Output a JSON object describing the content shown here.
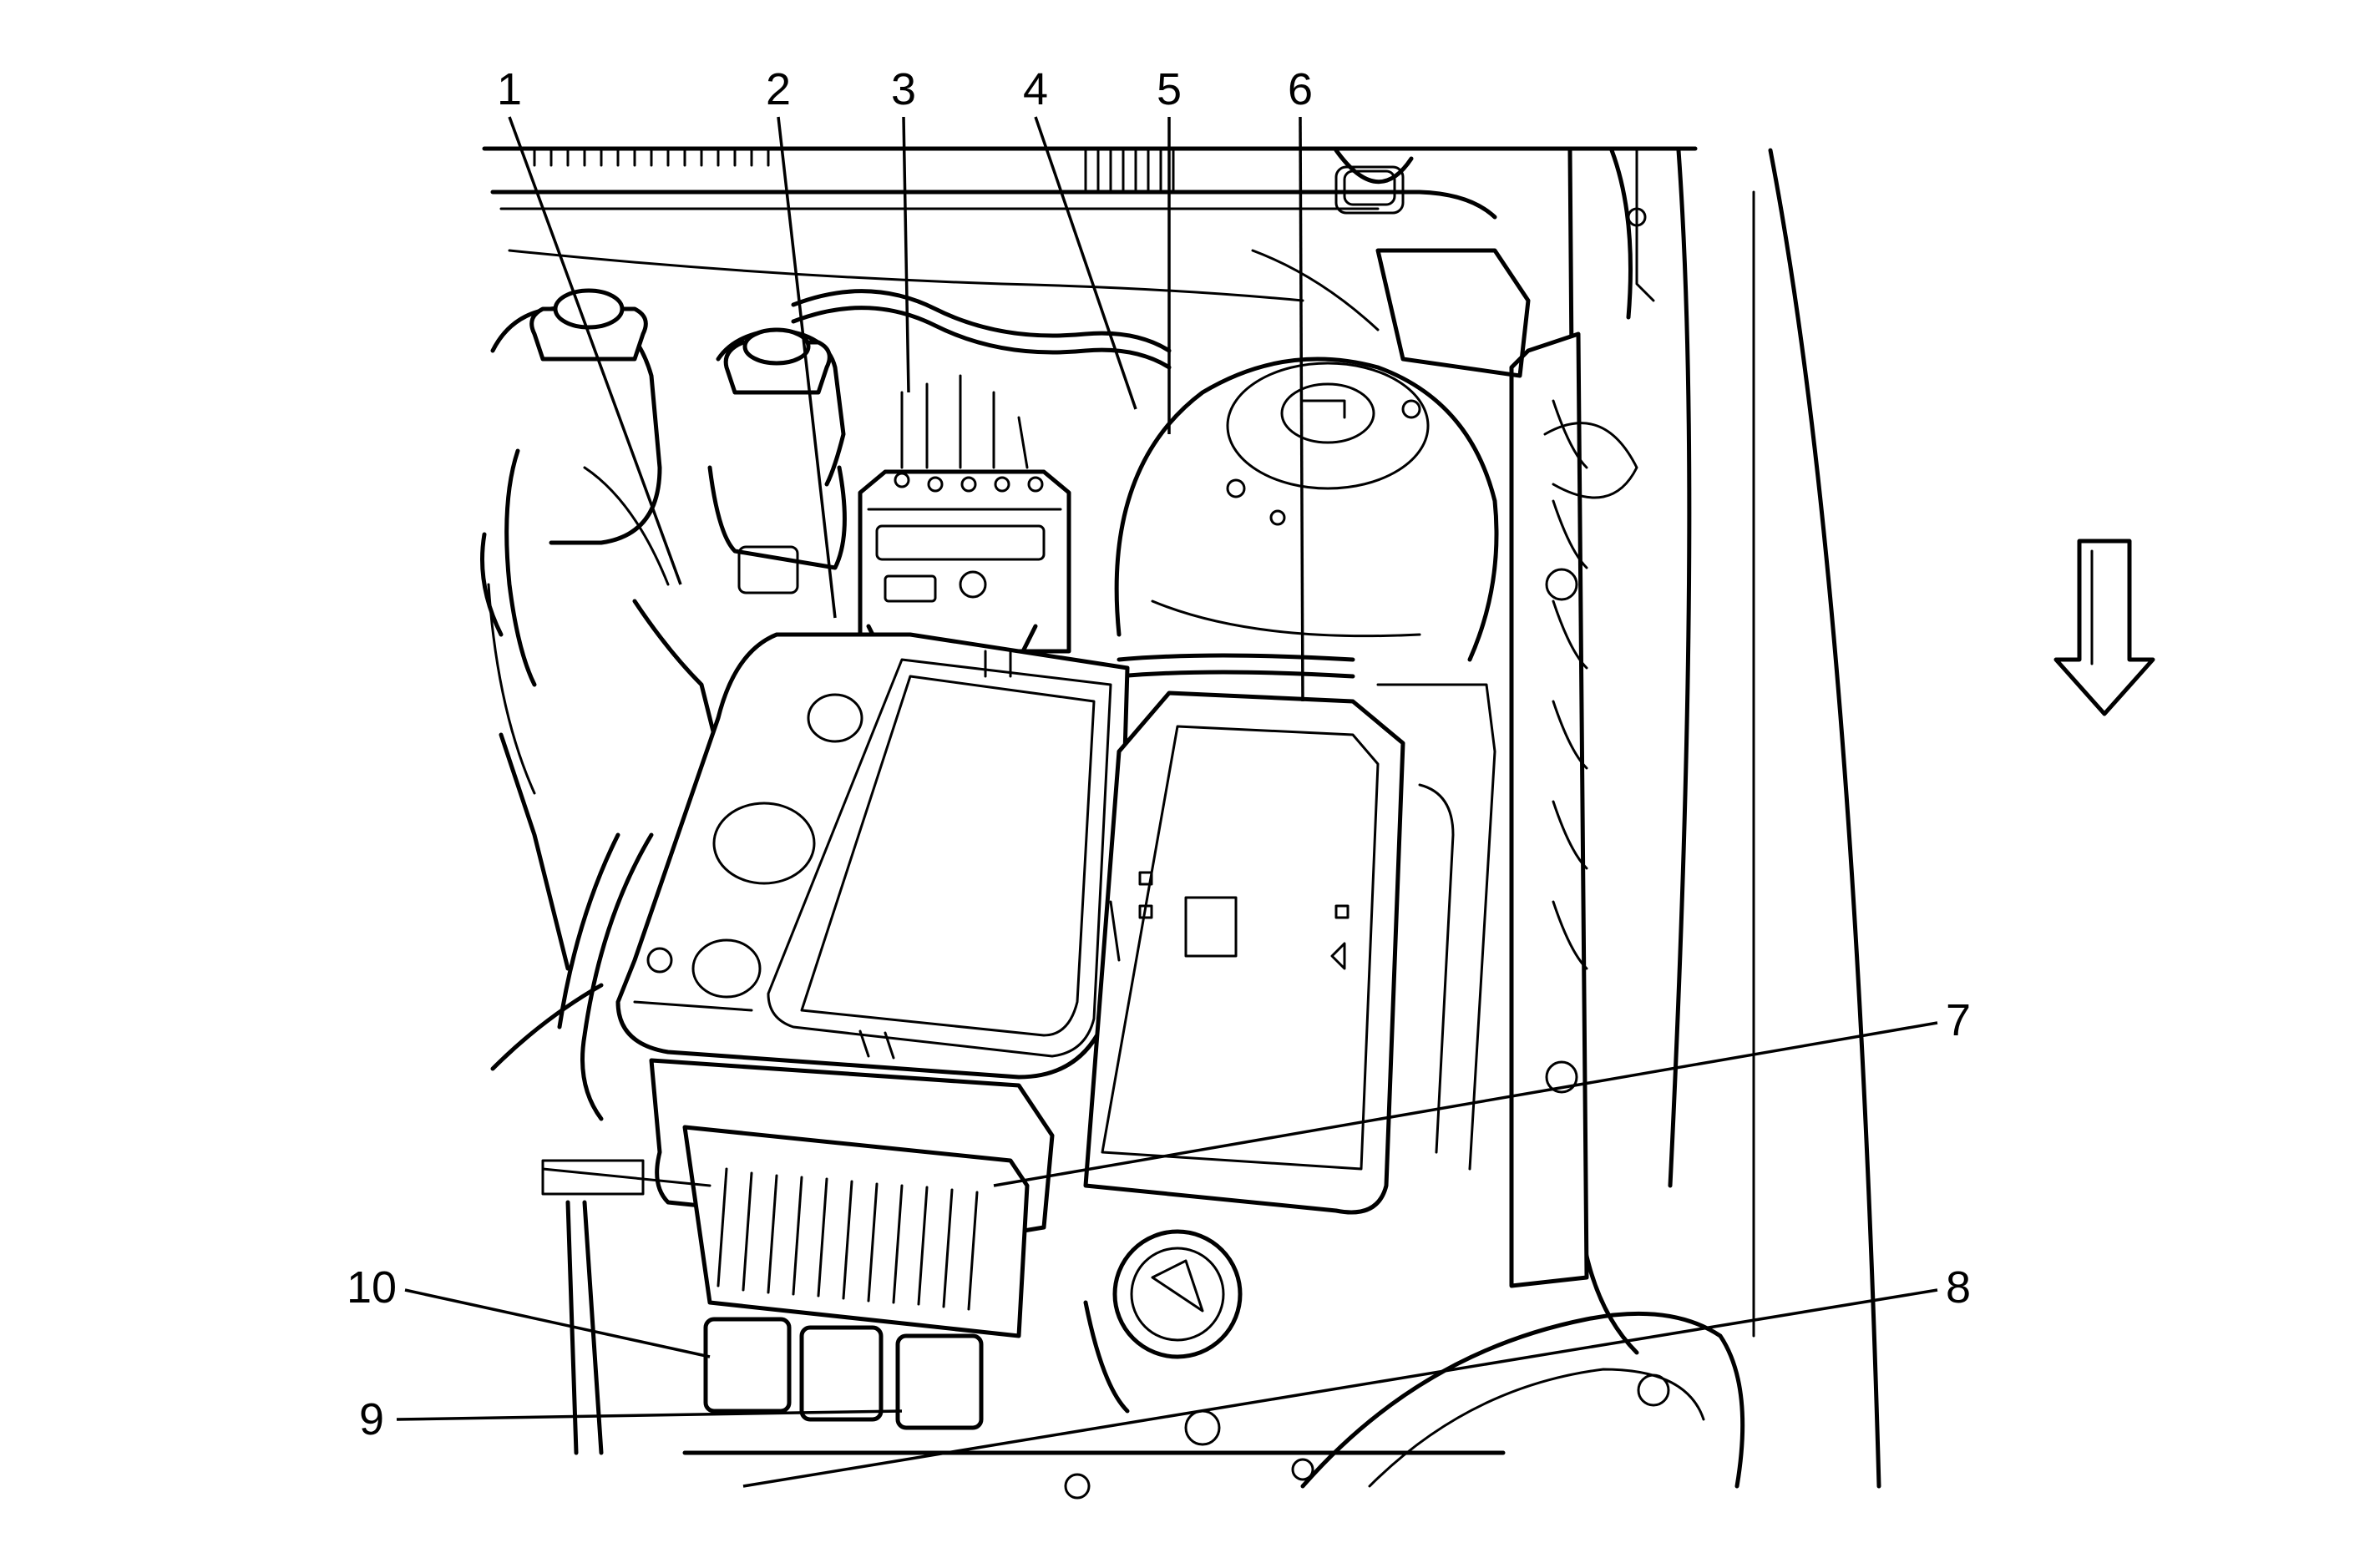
{
  "callouts": [
    {
      "id": "1",
      "label": "1"
    },
    {
      "id": "2",
      "label": "2"
    },
    {
      "id": "3",
      "label": "3"
    },
    {
      "id": "4",
      "label": "4"
    },
    {
      "id": "5",
      "label": "5"
    },
    {
      "id": "6",
      "label": "6"
    },
    {
      "id": "7",
      "label": "7"
    },
    {
      "id": "8",
      "label": "8"
    },
    {
      "id": "9",
      "label": "9"
    },
    {
      "id": "10",
      "label": "10"
    }
  ],
  "direction_arrow": {
    "icon": "down-arrow-icon",
    "direction": "down"
  },
  "colors": {
    "line": "#000000",
    "background": "#ffffff"
  }
}
